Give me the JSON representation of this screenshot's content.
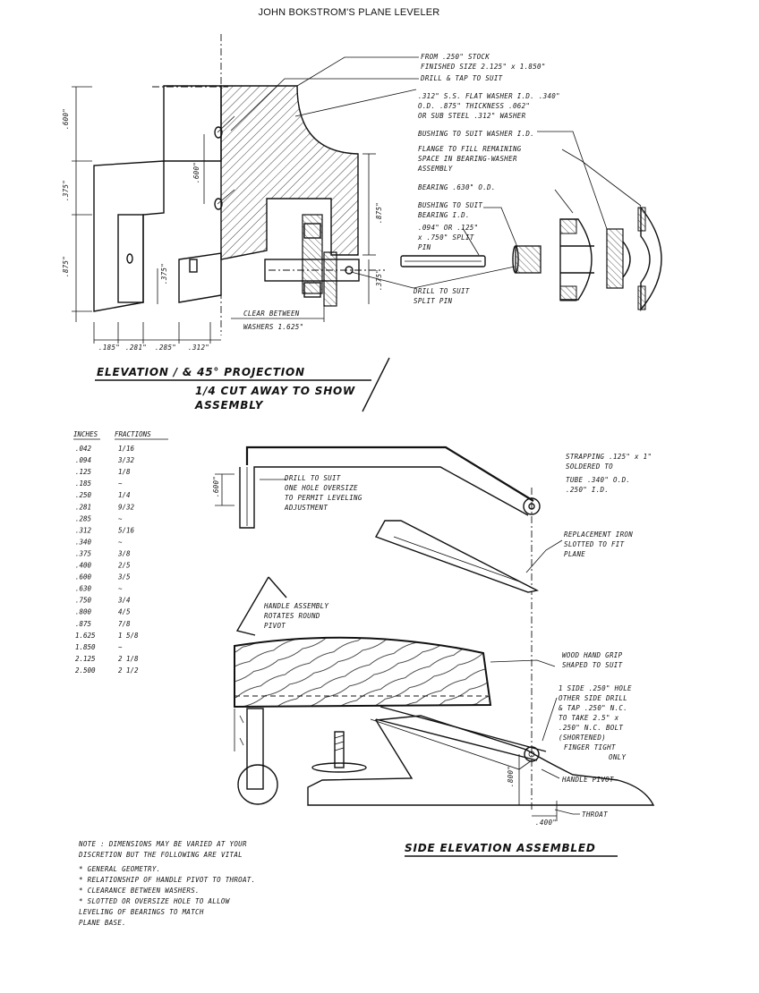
{
  "title": "JOHN BOKSTROM'S PLANE LEVELER",
  "elevation": {
    "heading": "ELEVATION / & 45° PROJECTION",
    "subheading_1": "1/4 CUT AWAY TO SHOW",
    "subheading_2": "ASSEMBLY",
    "dims": {
      "d600_left": ".600\"",
      "d375": ".375\"",
      "d875_left": ".875\"",
      "d600_inner": ".600\"",
      "d875_right": ".875\"",
      "d375_right": ".375\"",
      "d375_small": ".375\"",
      "bottom": [
        ".185\"",
        ".281\"",
        ".285\"",
        ".312\""
      ],
      "clear_1": "CLEAR BETWEEN",
      "clear_2": "WASHERS 1.625\""
    },
    "callouts": {
      "stock_1": "FROM .250\" STOCK",
      "stock_2": "FINISHED SIZE 2.125\" x 1.850\"",
      "drill_tap": "DRILL & TAP TO SUIT",
      "washer_1": ".312\" S.S. FLAT WASHER  I.D. .340\"",
      "washer_2": "O.D. .875\"  THICKNESS .062\"",
      "washer_3": "OR SUB STEEL .312\" WASHER",
      "bushing_washer": "BUSHING TO SUIT WASHER I.D.",
      "flange_1": "FLANGE TO FILL REMAINING",
      "flange_2": "SPACE IN BEARING-WASHER",
      "flange_3": "ASSEMBLY",
      "bearing": "BEARING .630\" O.D.",
      "bushing_bearing_1": "BUSHING TO SUIT",
      "bushing_bearing_2": "BEARING I.D.",
      "pin_1": ".094\" OR .125\"",
      "pin_2": "x .750\" SPLIT",
      "pin_3": "PIN",
      "drill_pin_1": "DRILL TO SUIT",
      "drill_pin_2": "SPLIT PIN"
    }
  },
  "fractions": {
    "header_inches": "INCHES",
    "header_fractions": "FRACTIONS",
    "rows": [
      {
        "inch": ".042",
        "frac": "1/16"
      },
      {
        "inch": ".094",
        "frac": "3/32"
      },
      {
        "inch": ".125",
        "frac": "1/8"
      },
      {
        "inch": ".185",
        "frac": "~"
      },
      {
        "inch": ".250",
        "frac": "1/4"
      },
      {
        "inch": ".281",
        "frac": "9/32"
      },
      {
        "inch": ".285",
        "frac": "~"
      },
      {
        "inch": ".312",
        "frac": "5/16"
      },
      {
        "inch": ".340",
        "frac": "~"
      },
      {
        "inch": ".375",
        "frac": "3/8"
      },
      {
        "inch": ".400",
        "frac": "2/5"
      },
      {
        "inch": ".600",
        "frac": "3/5"
      },
      {
        "inch": ".630",
        "frac": "~"
      },
      {
        "inch": ".750",
        "frac": "3/4"
      },
      {
        "inch": ".800",
        "frac": "4/5"
      },
      {
        "inch": ".875",
        "frac": "7/8"
      },
      {
        "inch": "1.625",
        "frac": "1 5/8"
      },
      {
        "inch": "1.850",
        "frac": "~"
      },
      {
        "inch": "2.125",
        "frac": "2 1/8"
      },
      {
        "inch": "2.500",
        "frac": "2 1/2"
      }
    ]
  },
  "side": {
    "heading": "SIDE ELEVATION ASSEMBLED",
    "d600": ".600\"",
    "d800": ".800\"",
    "d400": ".400\"",
    "callouts": {
      "drill_1": "DRILL TO SUIT",
      "drill_2": "ONE HOLE OVERSIZE",
      "drill_3": "TO PERMIT LEVELING",
      "drill_4": "ADJUSTMENT",
      "strap_1": "STRAPPING .125\" x 1\"",
      "strap_2": "SOLDERED TO",
      "tube_1": "TUBE .340\" O.D.",
      "tube_2": ".250\" I.D.",
      "iron_1": "REPLACEMENT IRON",
      "iron_2": "SLOTTED TO FIT",
      "iron_3": "PLANE",
      "handle_1": "HANDLE ASSEMBLY",
      "handle_2": "ROTATES ROUND",
      "handle_3": "PIVOT",
      "grip_1": "WOOD HAND GRIP",
      "grip_2": "SHAPED TO SUIT",
      "side_1": "1 SIDE .250\" HOLE",
      "side_2": "OTHER SIDE DRILL",
      "side_3": "& TAP .250\" N.C.",
      "side_4": "TO TAKE 2.5\" x",
      "side_5": ".250\" N.C. BOLT",
      "side_6": "(SHORTENED)",
      "side_7": "FINGER TIGHT",
      "side_8": "ONLY",
      "pivot": "HANDLE PIVOT",
      "throat": "THROAT"
    }
  },
  "note": {
    "line_1": "NOTE :  DIMENSIONS MAY BE VARIED AT YOUR",
    "line_2": "DISCRETION BUT THE FOLLOWING ARE VITAL",
    "items": [
      "* GENERAL GEOMETRY.",
      "* RELATIONSHIP OF HANDLE PIVOT TO THROAT.",
      "* CLEARANCE BETWEEN WASHERS.",
      "* SLOTTED OR OVERSIZE HOLE TO ALLOW",
      "  LEVELING OF BEARINGS TO MATCH",
      "  PLANE BASE."
    ]
  }
}
